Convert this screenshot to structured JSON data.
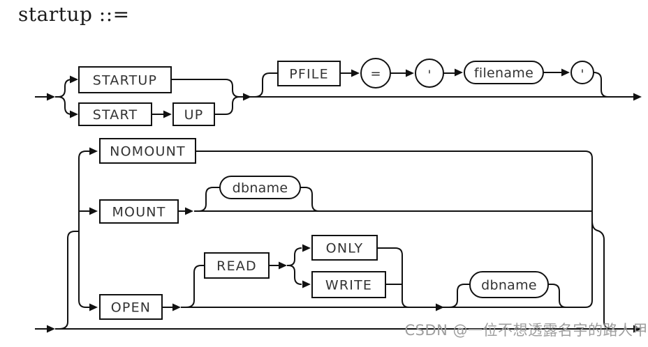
{
  "page": {
    "title": "startup ::=",
    "watermark": "CSDN @一位不想透露名字的路人甲"
  },
  "colors": {
    "line": "#111111",
    "text": "#333333",
    "watermark": "#9e9e9e",
    "background": "#ffffff"
  },
  "diagram_startup": {
    "startup": "STARTUP",
    "start": "START",
    "up": "UP",
    "pfile": "PFILE",
    "equals": "=",
    "quote_open": "'",
    "filename": "filename",
    "quote_close": "'"
  },
  "diagram_options": {
    "nomount": "NOMOUNT",
    "mount": "MOUNT",
    "mount_dbname": "dbname",
    "open": "OPEN",
    "read": "READ",
    "only": "ONLY",
    "write": "WRITE",
    "open_dbname": "dbname"
  }
}
